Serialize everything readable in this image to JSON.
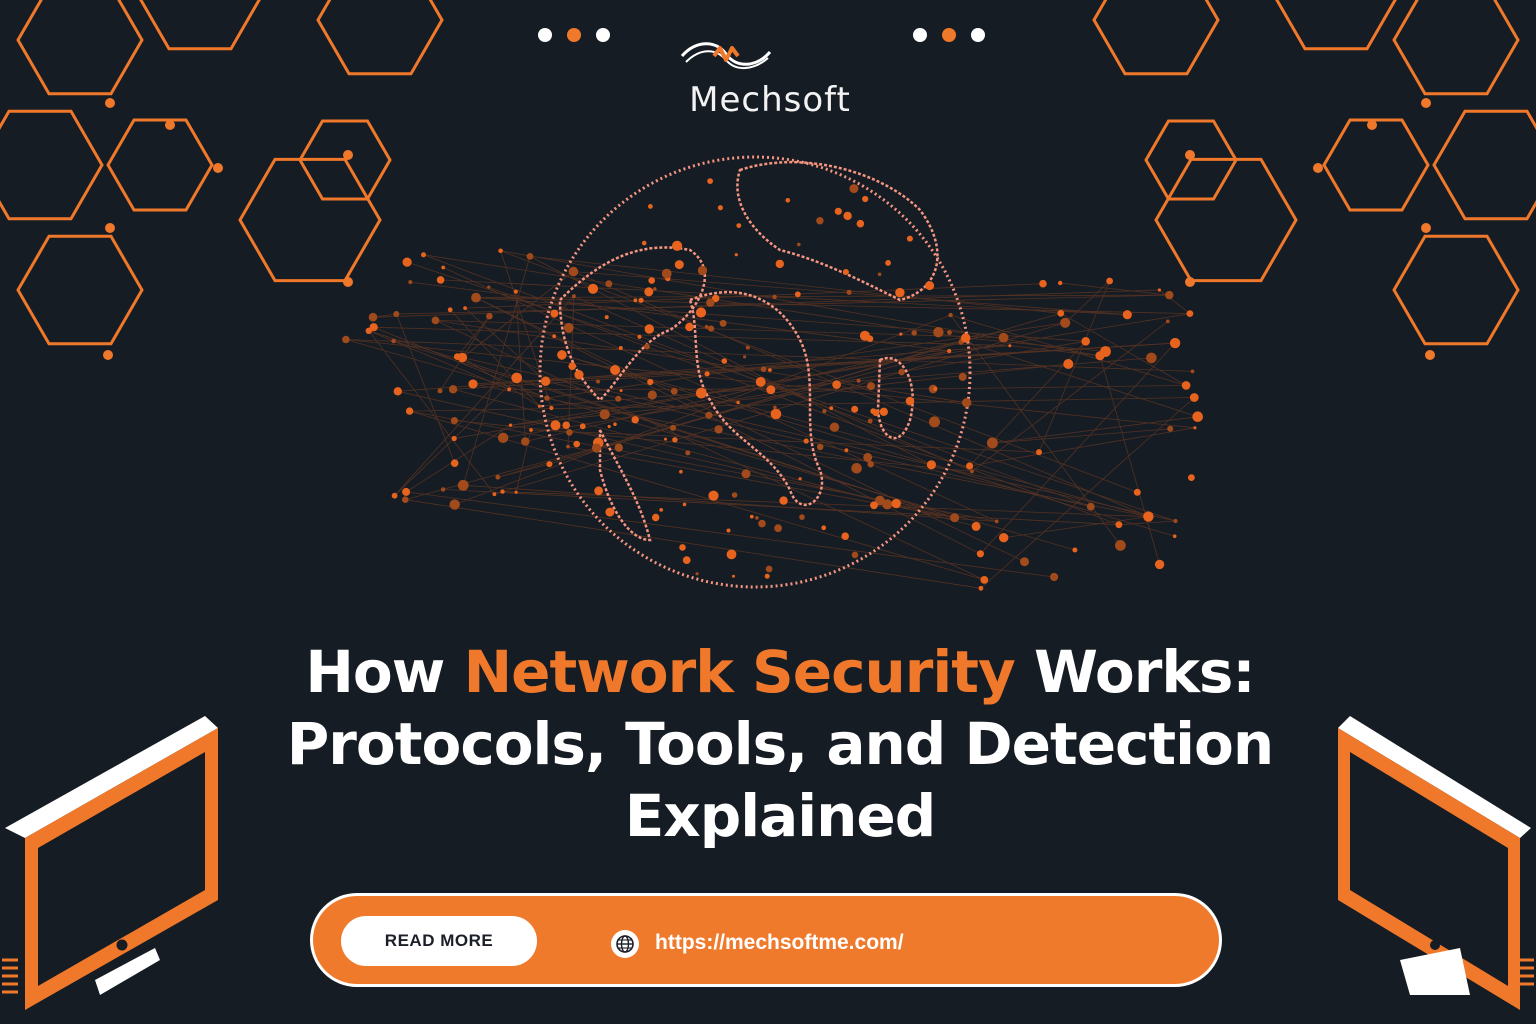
{
  "brand": {
    "name": "Mechsoft",
    "logo_icon": "mechsoft-wave-logo"
  },
  "headline": {
    "line1_pre": "How ",
    "line1_highlight": "Network Security",
    "line1_post": " Works:",
    "line2": "Protocols, Tools, and Detection",
    "line3": "Explained"
  },
  "cta": {
    "button_label": "READ MORE",
    "url": "https://mechsoftme.com/",
    "url_icon": "globe-icon"
  },
  "colors": {
    "background": "#161c24",
    "accent": "#f0782a",
    "globe": "#f59580",
    "text": "#ffffff"
  }
}
